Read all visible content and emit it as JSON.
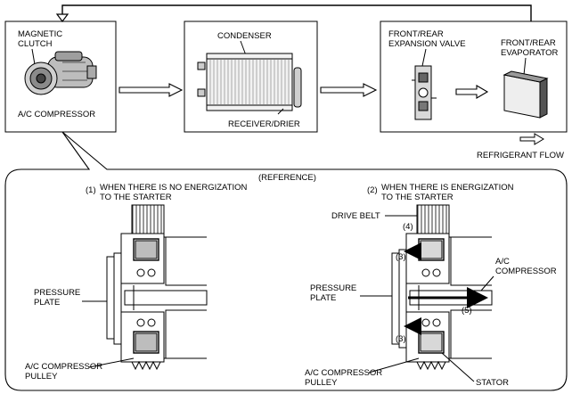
{
  "cycle": {
    "compressor_box": {
      "clutch_label_1": "MAGNETIC",
      "clutch_label_2": "CLUTCH",
      "compressor_label": "A/C COMPRESSOR"
    },
    "condenser_box": {
      "condenser_label": "CONDENSER",
      "drier_label": "RECEIVER/DRIER"
    },
    "evaporator_box": {
      "valve_label_1": "FRONT/REAR",
      "valve_label_2": "EXPANSION VALVE",
      "evap_label_1": "FRONT/REAR",
      "evap_label_2": "EVAPORATOR"
    },
    "legend_label": "REFRIGERANT FLOW"
  },
  "reference": {
    "title": "(REFERENCE)",
    "left": {
      "number": "(1)",
      "heading_1": "WHEN THERE IS NO ENERGIZATION",
      "heading_2": "TO THE STARTER",
      "plate_label_1": "PRESSURE",
      "plate_label_2": "PLATE",
      "pulley_label_1": "A/C COMPRESSOR",
      "pulley_label_2": "PULLEY"
    },
    "right": {
      "number": "(2)",
      "heading_1": "WHEN THERE IS ENERGIZATION",
      "heading_2": "TO THE STARTER",
      "belt_label": "DRIVE BELT",
      "callout_4": "(4)",
      "callout_3a": "(3)",
      "callout_3b": "(3)",
      "callout_5": "(5)",
      "compressor_label_1": "A/C",
      "compressor_label_2": "COMPRESSOR",
      "plate_label_1": "PRESSURE",
      "plate_label_2": "PLATE",
      "pulley_label_1": "A/C COMPRESSOR",
      "pulley_label_2": "PULLEY",
      "stator_label": "STATOR"
    }
  }
}
